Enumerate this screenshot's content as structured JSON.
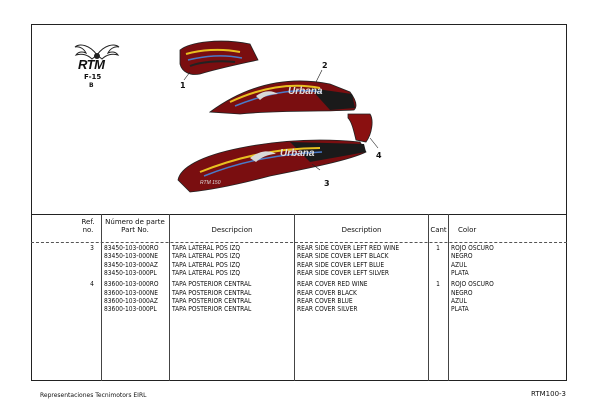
{
  "logo": {
    "brand": "RTM",
    "model_line1": "F-15",
    "model_line2": "B"
  },
  "callouts": [
    "1",
    "2",
    "3",
    "4"
  ],
  "table": {
    "headers": {
      "ref": "Ref.\nno.",
      "part": "Número de parte\nPart No.",
      "descripcion": "Descripcion",
      "description": "Description",
      "cant": "Cant",
      "color": "Color"
    },
    "rows": [
      {
        "ref": "3",
        "part": "83450-103-000RO",
        "descripcion": "TAPA LATERAL POS IZQ",
        "description": "REAR SIDE COVER LEFT RED WINE",
        "cant": "1",
        "color": "ROJO OSCURO"
      },
      {
        "ref": "",
        "part": "83450-103-000NE",
        "descripcion": "TAPA LATERAL POS IZQ",
        "description": "REAR SIDE COVER LEFT BLACK",
        "cant": "",
        "color": "NEGRO"
      },
      {
        "ref": "",
        "part": "83450-103-000AZ",
        "descripcion": "TAPA LATERAL POS IZQ",
        "description": "REAR SIDE COVER LEFT BLUE",
        "cant": "",
        "color": "AZUL"
      },
      {
        "ref": "",
        "part": "83450-103-000PL",
        "descripcion": "TAPA LATERAL POS IZQ",
        "description": "REAR SIDE COVER LEFT SILVER",
        "cant": "",
        "color": "PLATA"
      },
      {
        "ref": "4",
        "part": "83600-103-000RO",
        "descripcion": "TAPA POSTERIOR CENTRAL",
        "description": "REAR COVER RED WINE",
        "cant": "1",
        "color": "ROJO OSCURO"
      },
      {
        "ref": "",
        "part": "83600-103-000NE",
        "descripcion": "TAPA POSTERIOR CENTRAL",
        "description": "REAR COVER BLACK",
        "cant": "",
        "color": "NEGRO"
      },
      {
        "ref": "",
        "part": "83600-103-000AZ",
        "descripcion": "TAPA POSTERIOR CENTRAL",
        "description": "REAR COVER BLUE",
        "cant": "",
        "color": "AZUL"
      },
      {
        "ref": "",
        "part": "83600-103-000PL",
        "descripcion": "TAPA POSTERIOR CENTRAL",
        "description": "REAR COVER SILVER",
        "cant": "",
        "color": "PLATA"
      }
    ]
  },
  "footer": {
    "company": "Representaciones Tecnimotors EIRL",
    "page_code": "RTM100-3"
  },
  "decals": {
    "upper": "Urbana",
    "lower": "Urbana",
    "small": "RTM 150"
  },
  "colors": {
    "red_wine": "#8a1010",
    "dark": "#1a1a1a",
    "stripe_yellow": "#e8c020",
    "stripe_blue": "#4a7ac8"
  }
}
